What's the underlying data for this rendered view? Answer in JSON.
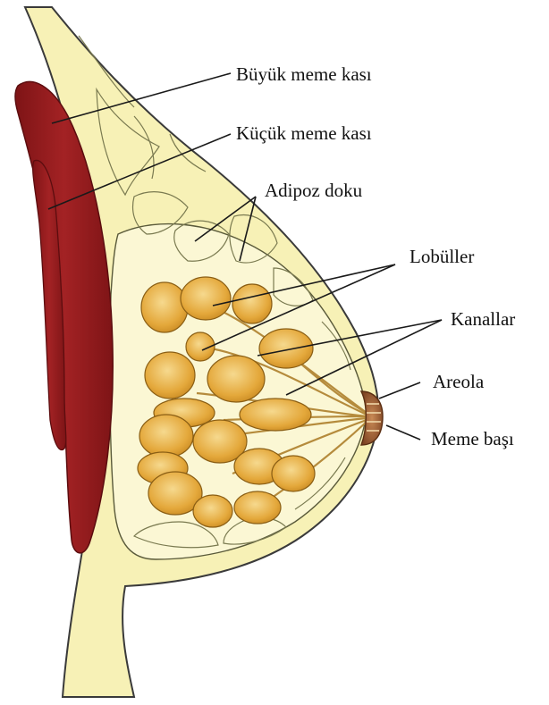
{
  "labels": {
    "buyuk_meme_kasi": "Büyük meme kası",
    "kucuk_meme_kasi": "Küçük meme kası",
    "adipoz_doku": "Adipoz doku",
    "lobuller": "Lobüller",
    "kanallar": "Kanallar",
    "areola": "Areola",
    "meme_basi": "Meme başı"
  },
  "colors": {
    "muscle": "#9b1c1f",
    "fat": "#f7f1b6",
    "lobule": "#e3a434",
    "areola": "#a8643a",
    "outline": "#3a3a3a"
  }
}
